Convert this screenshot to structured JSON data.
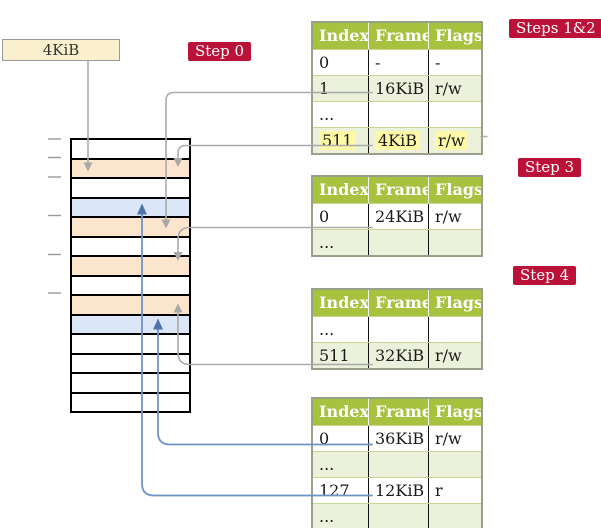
{
  "source_box": {
    "label": "4KiB"
  },
  "badges": {
    "step0": {
      "label": "Step 0"
    },
    "steps12": {
      "label": "Steps 1&2"
    },
    "step3": {
      "label": "Step 3"
    },
    "step4": {
      "label": "Step 4"
    }
  },
  "stack": {
    "rows": [
      "white",
      "orange",
      "white",
      "blue",
      "orange",
      "white",
      "orange",
      "white",
      "orange",
      "blue",
      "white",
      "white",
      "white",
      "white"
    ]
  },
  "tables": [
    {
      "name": "page-table-steps-1-2",
      "columns": [
        "Index",
        "Frame",
        "Flags"
      ],
      "rows": [
        {
          "cells": [
            "0",
            "-",
            "-"
          ],
          "variant": "white",
          "highlight": false
        },
        {
          "cells": [
            "1",
            "16KiB",
            "r/w"
          ],
          "variant": "green",
          "highlight": false
        },
        {
          "cells": [
            "...",
            "",
            ""
          ],
          "variant": "white",
          "highlight": false
        },
        {
          "cells": [
            "511",
            "4KiB",
            "r/w"
          ],
          "variant": "green",
          "highlight": true
        }
      ]
    },
    {
      "name": "page-table-step-3",
      "columns": [
        "Index",
        "Frame",
        "Flags"
      ],
      "rows": [
        {
          "cells": [
            "0",
            "24KiB",
            "r/w"
          ],
          "variant": "white",
          "highlight": false
        },
        {
          "cells": [
            "...",
            "",
            ""
          ],
          "variant": "green",
          "highlight": false
        }
      ]
    },
    {
      "name": "page-table-step-4",
      "columns": [
        "Index",
        "Frame",
        "Flags"
      ],
      "rows": [
        {
          "cells": [
            "...",
            "",
            ""
          ],
          "variant": "white",
          "highlight": false
        },
        {
          "cells": [
            "511",
            "32KiB",
            "r/w"
          ],
          "variant": "green",
          "highlight": false
        }
      ]
    },
    {
      "name": "page-table-final",
      "columns": [
        "Index",
        "Frame",
        "Flags"
      ],
      "rows": [
        {
          "cells": [
            "0",
            "36KiB",
            "r/w"
          ],
          "variant": "white",
          "highlight": false
        },
        {
          "cells": [
            "...",
            "",
            ""
          ],
          "variant": "green",
          "highlight": false
        },
        {
          "cells": [
            "127",
            "12KiB",
            "r"
          ],
          "variant": "white",
          "highlight": false
        },
        {
          "cells": [
            "...",
            "",
            ""
          ],
          "variant": "green",
          "highlight": false
        }
      ]
    }
  ],
  "colors": {
    "badge_red": "#ba1238",
    "header_green": "#a6c23f",
    "row_green": "#ebf1da",
    "highlight_yellow": "#fdf9a6",
    "frame_orange": "#fce5cd",
    "frame_blue": "#dbe7f6",
    "source_box_cream": "#fbf0cd",
    "connector_gray": "#ababab",
    "connector_blue": "#6f93c8"
  }
}
